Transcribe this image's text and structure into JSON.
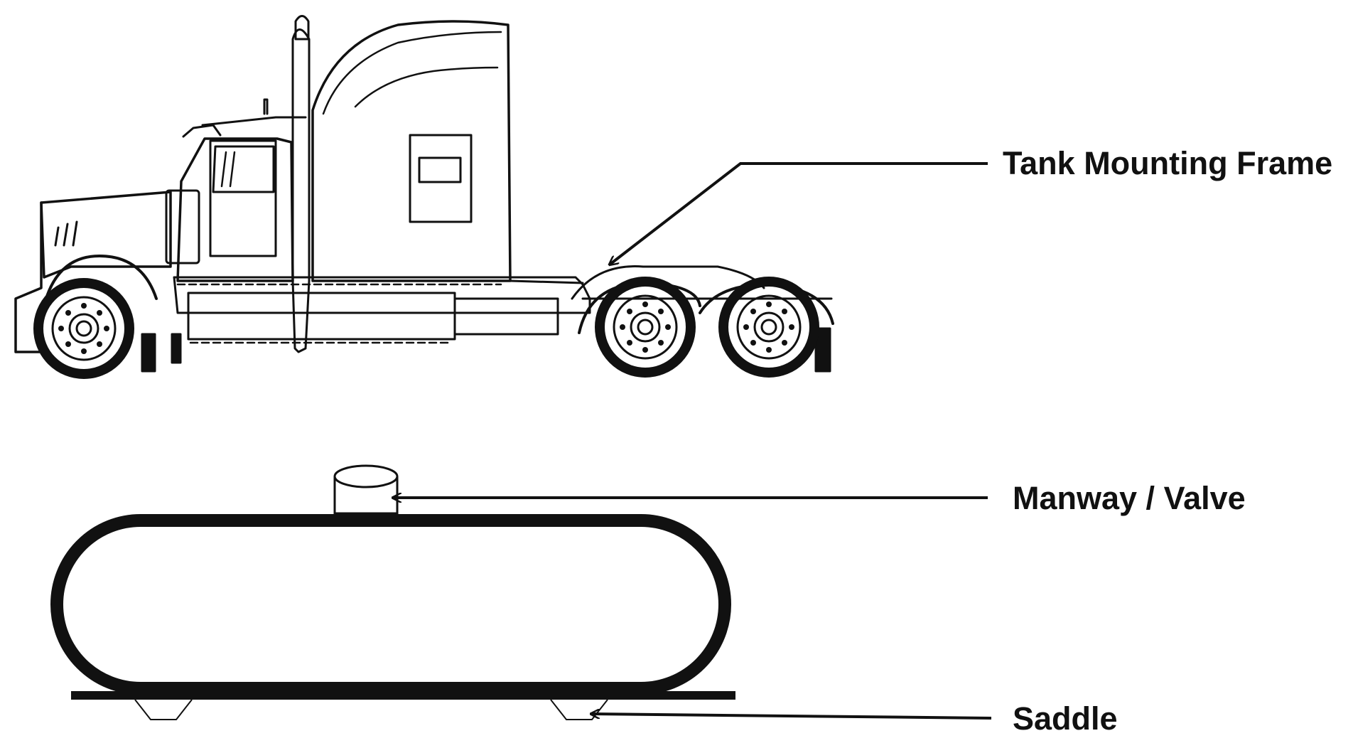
{
  "labels": {
    "tank_mounting_frame": "Tank Mounting Frame",
    "manway_valve": "Manway / Valve",
    "saddle": "Saddle"
  },
  "colors": {
    "ink": "#111111",
    "background": "#ffffff"
  }
}
